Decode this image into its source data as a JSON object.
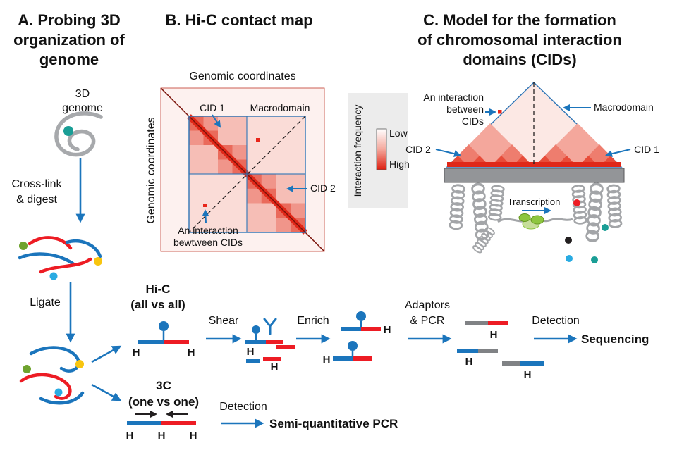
{
  "colors": {
    "blue": "#1b75bc",
    "red": "#ed1c24",
    "dark_red": "#7a1108",
    "deep_red_diagonal": "#e02819",
    "teal": "#1a9e96",
    "green": "#6fa32e",
    "yellow": "#f8c50f",
    "cyan": "#29abe2",
    "gray_coil": "#a3a5a8",
    "map_bg": "#fdf1ef"
  },
  "panel_a": {
    "title_lines": [
      "A. Probing 3D",
      "organization of",
      "genome"
    ],
    "genome_label_lines": [
      "3D",
      "genome"
    ],
    "crosslink_lines": [
      "Cross-link",
      "& digest"
    ],
    "ligate": "Ligate"
  },
  "panel_b": {
    "title": "B. Hi-C contact map",
    "x_axis_label": "Genomic coordinates",
    "y_axis_label": "Genomic coordinates",
    "cid1": "CID 1",
    "macrodomain": "Macrodomain",
    "cid2": "CID 2",
    "interaction_lines": [
      "An interaction",
      "bewtween CIDs"
    ]
  },
  "colorbar": {
    "label": "Interaction frequency",
    "low": "Low",
    "high": "High"
  },
  "panel_c": {
    "title_lines": [
      "C. Model for the formation",
      "of chromosomal interaction",
      "domains (CIDs)"
    ],
    "interaction_lines": [
      "An interaction",
      "between",
      "CIDs"
    ],
    "macrodomain": "Macrodomain",
    "cid2": "CID 2",
    "cid1": "CID 1",
    "transcription": "Transcription"
  },
  "workflow": {
    "hic_lines": [
      "Hi-C",
      "(all vs all)"
    ],
    "shear": "Shear",
    "enrich": "Enrich",
    "adaptors_lines": [
      "Adaptors",
      "& PCR"
    ],
    "detection": "Detection",
    "sequencing": "Sequencing",
    "c3_lines": [
      "3C",
      "(one vs one)"
    ],
    "detection_3c": "Detection",
    "semi_pcr": "Semi-quantitative PCR",
    "h": "H"
  }
}
